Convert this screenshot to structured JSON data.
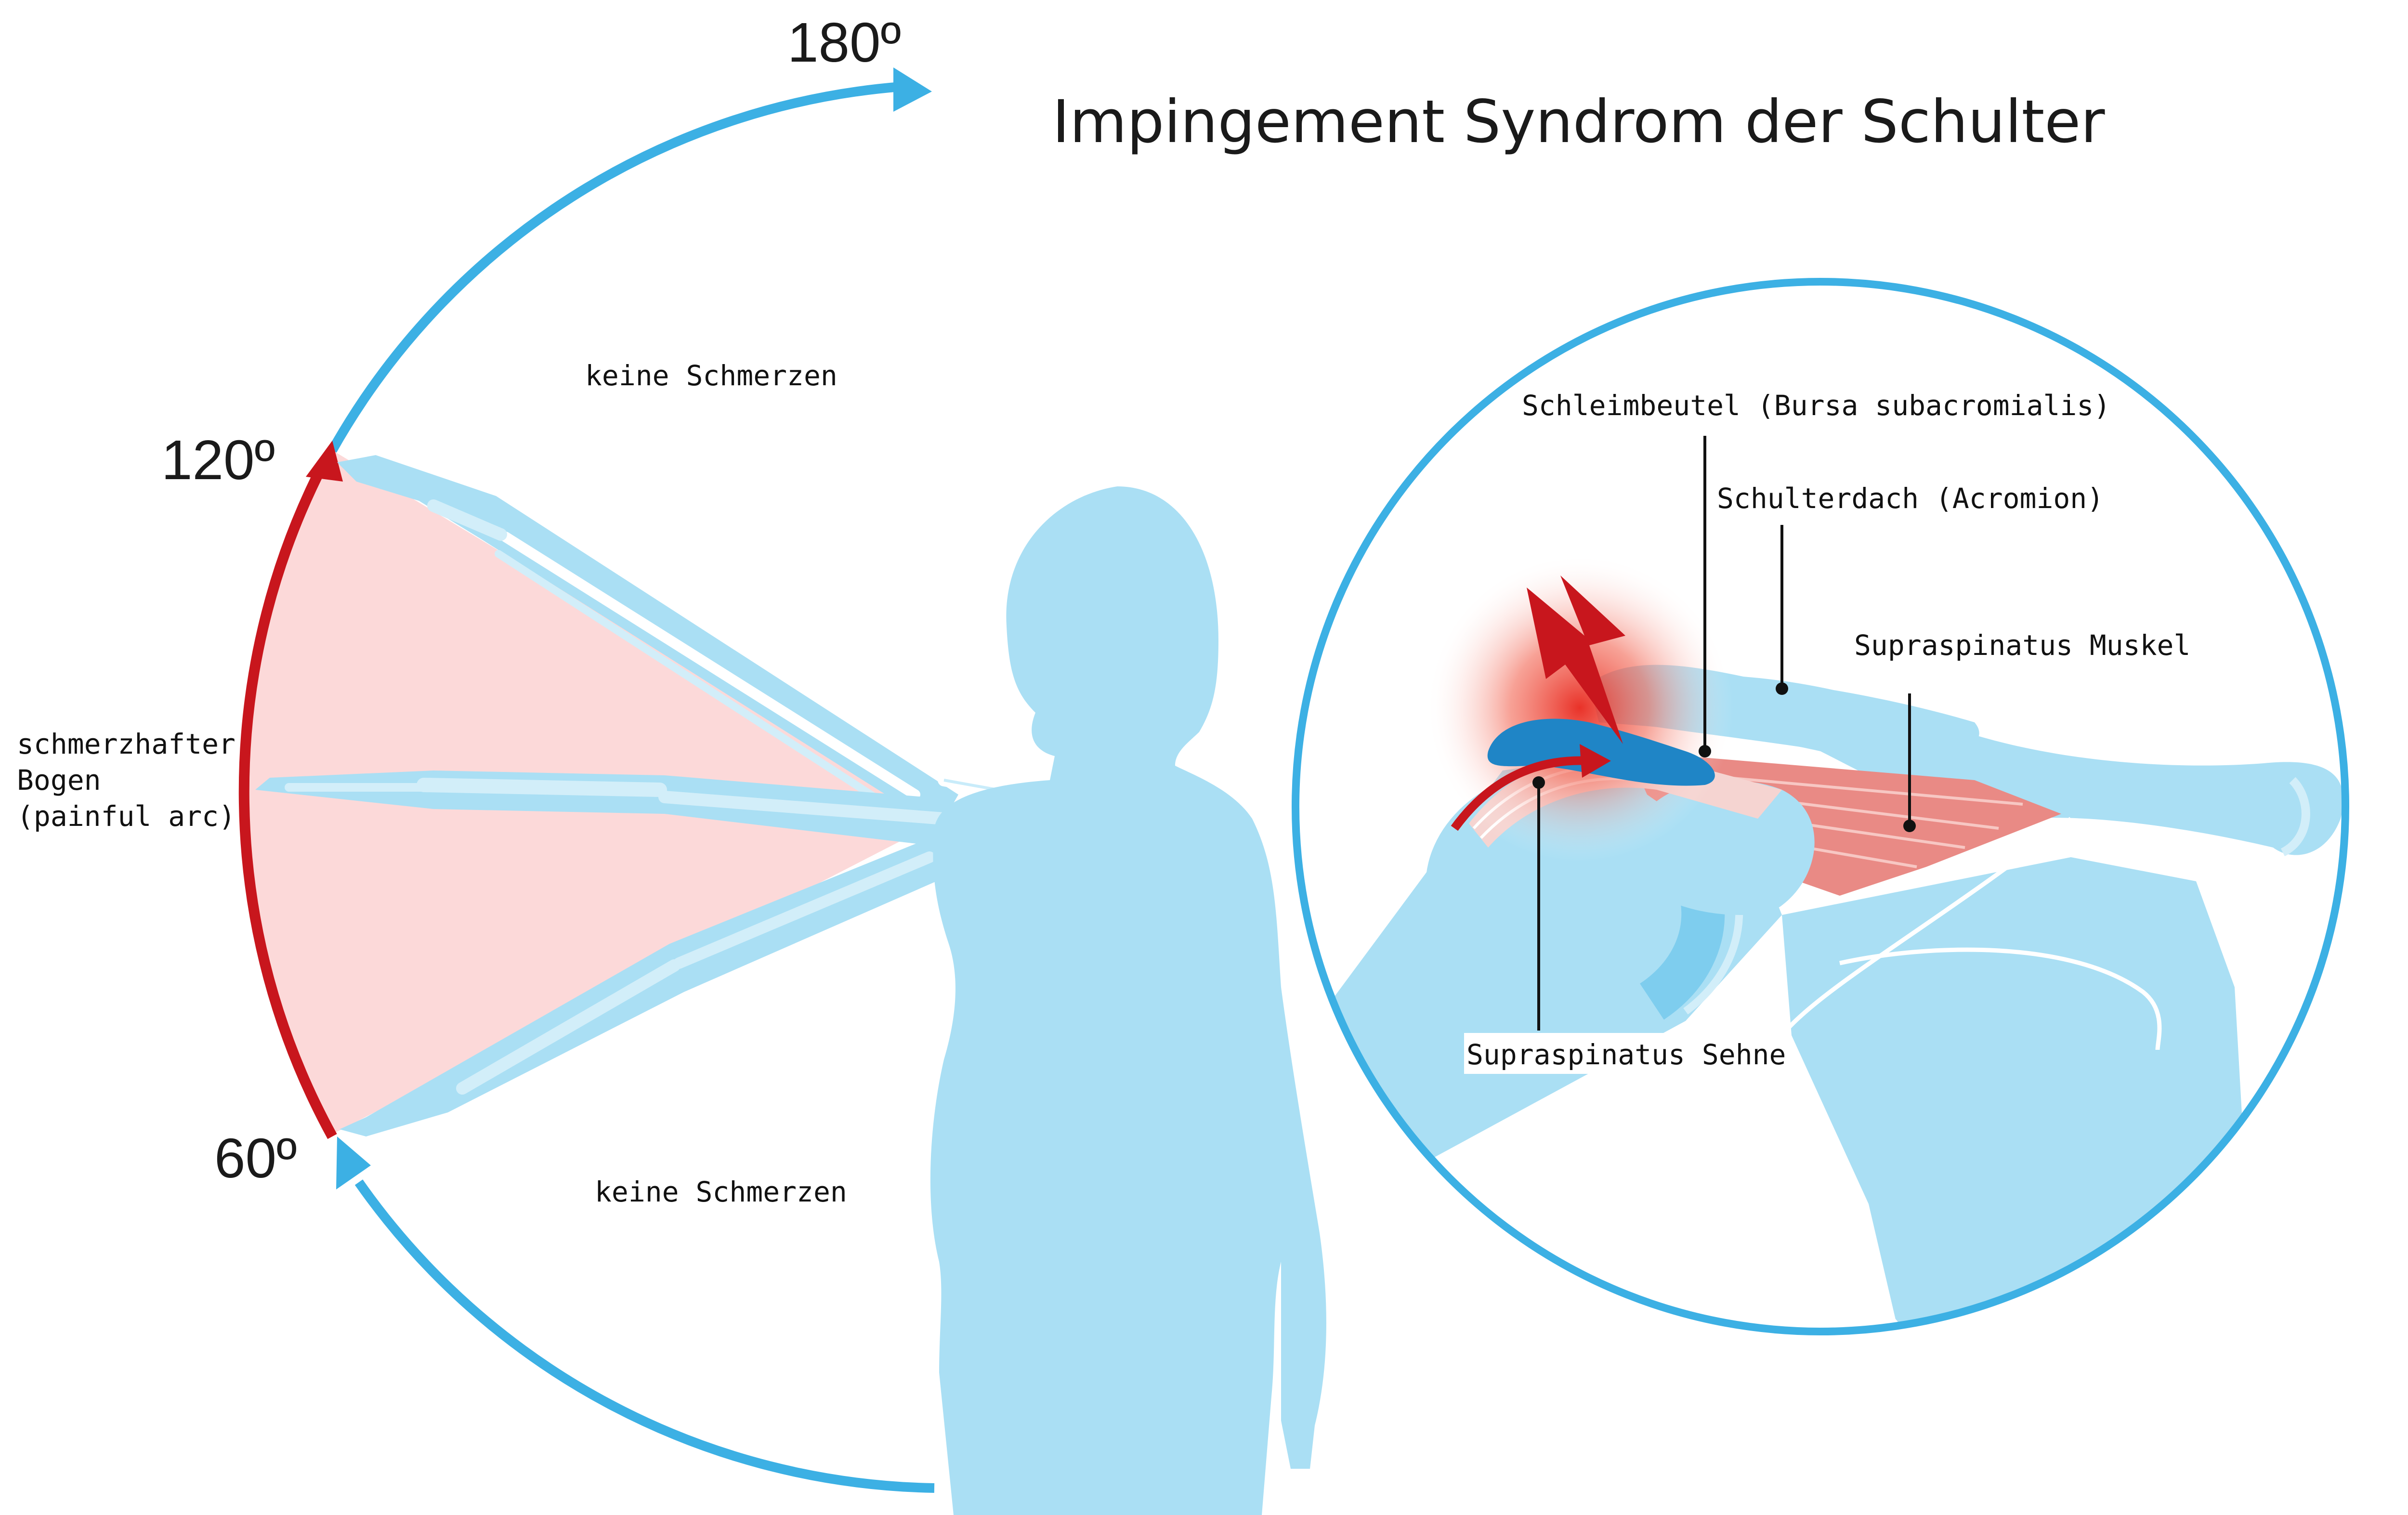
{
  "title": "Impingement Syndrom der Schulter",
  "angles": {
    "a180": "180º",
    "a120": "120º",
    "a60": "60º"
  },
  "zones": {
    "upper": "keine Schmerzen",
    "lower": "keine Schmerzen",
    "arc_line1": "schmerzhafter",
    "arc_line2": "Bogen",
    "arc_line3": "(painful arc)"
  },
  "labels": {
    "bursa": "Schleimbeutel (Bursa subacromialis)",
    "acromion": "Schulterdach (Acromion)",
    "muscle": "Supraspinatus Muskel",
    "tendon": "Supraspinatus Sehne"
  },
  "colors": {
    "accent_blue": "#3cb0e4",
    "body_blue": "#aadff4",
    "bone_light": "#d2eef9",
    "pain_red": "#c8161d",
    "painful_fill": "#fcd9d9",
    "bursa_blue": "#1f85c6",
    "muscle_red": "#e98a85"
  }
}
